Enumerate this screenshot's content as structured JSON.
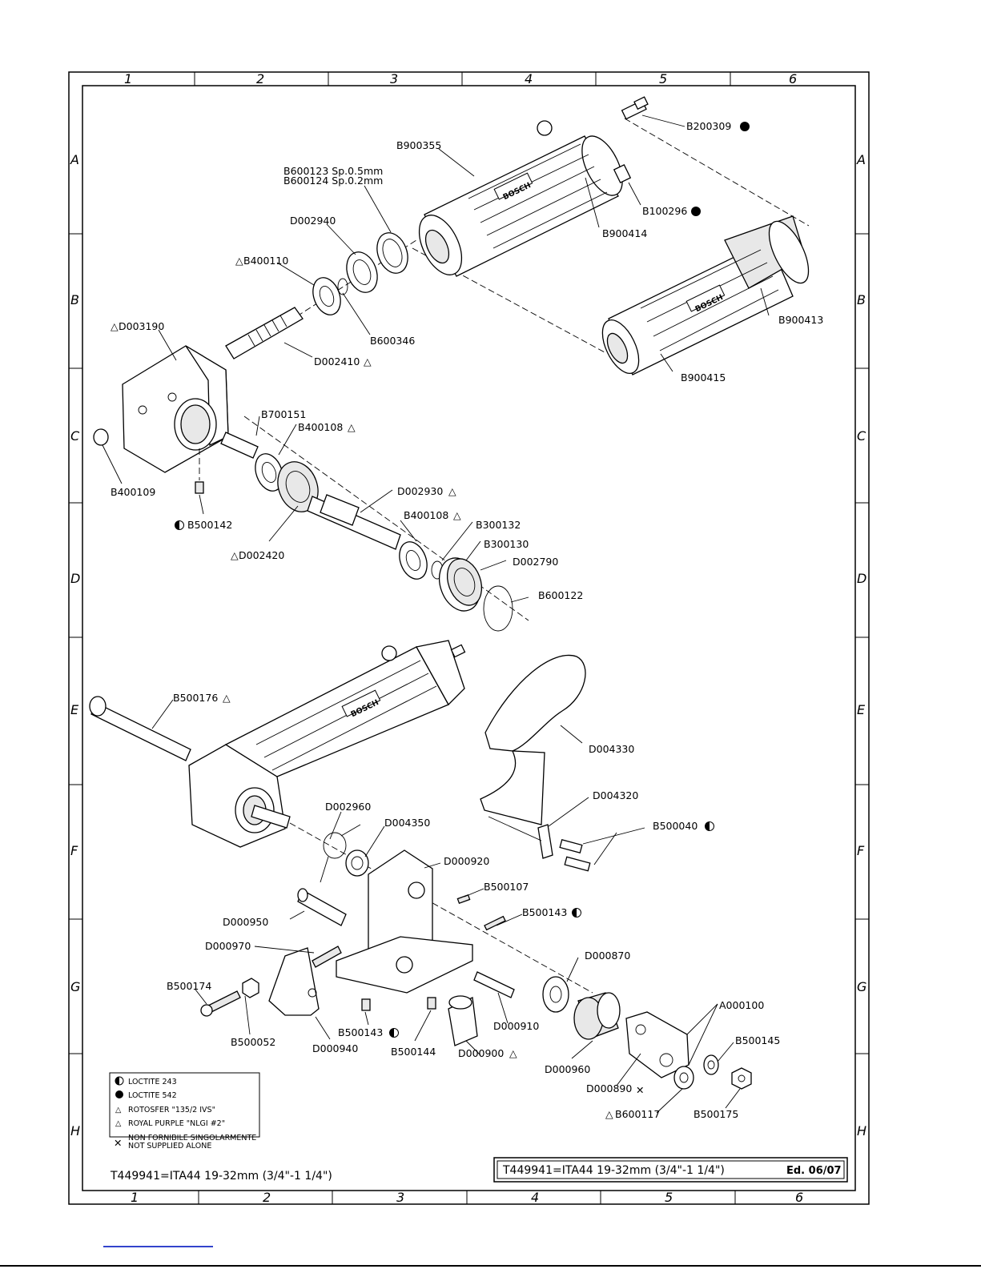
{
  "grid": {
    "columns": [
      "1",
      "2",
      "3",
      "4",
      "5",
      "6"
    ],
    "rows": [
      "A",
      "B",
      "C",
      "D",
      "E",
      "F",
      "G",
      "H"
    ]
  },
  "parts": {
    "B200309": "B200309",
    "B900355": "B900355",
    "B600123": "B600123  Sp.0.5mm",
    "B600124": "B600124  Sp.0.2mm",
    "B100296": "B100296",
    "B900414": "B900414",
    "D002940": "D002940",
    "B400110": "B400110",
    "B900413": "B900413",
    "D003190": "D003190",
    "B600346": "B600346",
    "D002410": "D002410",
    "B900415": "B900415",
    "B700151": "B700151",
    "B400108a": "B400108",
    "B400109": "B400109",
    "D002930": "D002930",
    "B400108b": "B400108",
    "B300132": "B300132",
    "B300130": "B300130",
    "B500142": "B500142",
    "D002790": "D002790",
    "D002420": "D002420",
    "B600122": "B600122",
    "B500176": "B500176",
    "D004330": "D004330",
    "D004320": "D004320",
    "D002960": "D002960",
    "D004350": "D004350",
    "B500040": "B500040",
    "D000920": "D000920",
    "B500107": "B500107",
    "D000950": "D000950",
    "B500143a": "B500143",
    "D000970": "D000970",
    "D000870": "D000870",
    "B500174": "B500174",
    "A000100": "A000100",
    "B500145": "B500145",
    "B500052": "B500052",
    "D000940": "D000940",
    "B500143b": "B500143",
    "B500144": "B500144",
    "D000900": "D000900",
    "D000910": "D000910",
    "D000960": "D000960",
    "D000890": "D000890",
    "B600117": "B600117",
    "B500175": "B500175"
  },
  "brand": "BOSCH",
  "legend": {
    "loctite243": "LOCTITE 243",
    "loctite542": "LOCTITE 542",
    "rotosfer": "ROTOSFER \"135/2 IVS\"",
    "royal_purple": "ROYAL PURPLE \"NLGI #2\"",
    "not_supplied_it": "NON FORNIBILE SINGOLARMENTE",
    "not_supplied_en": "NOT SUPPLIED ALONE"
  },
  "title_left": "T449941=ITA44  19-32mm  (3/4\"-1  1/4\")",
  "title_block": {
    "model": "T449941=ITA44  19-32mm  (3/4\"-1  1/4\")",
    "edition": "Ed. 06/07"
  }
}
